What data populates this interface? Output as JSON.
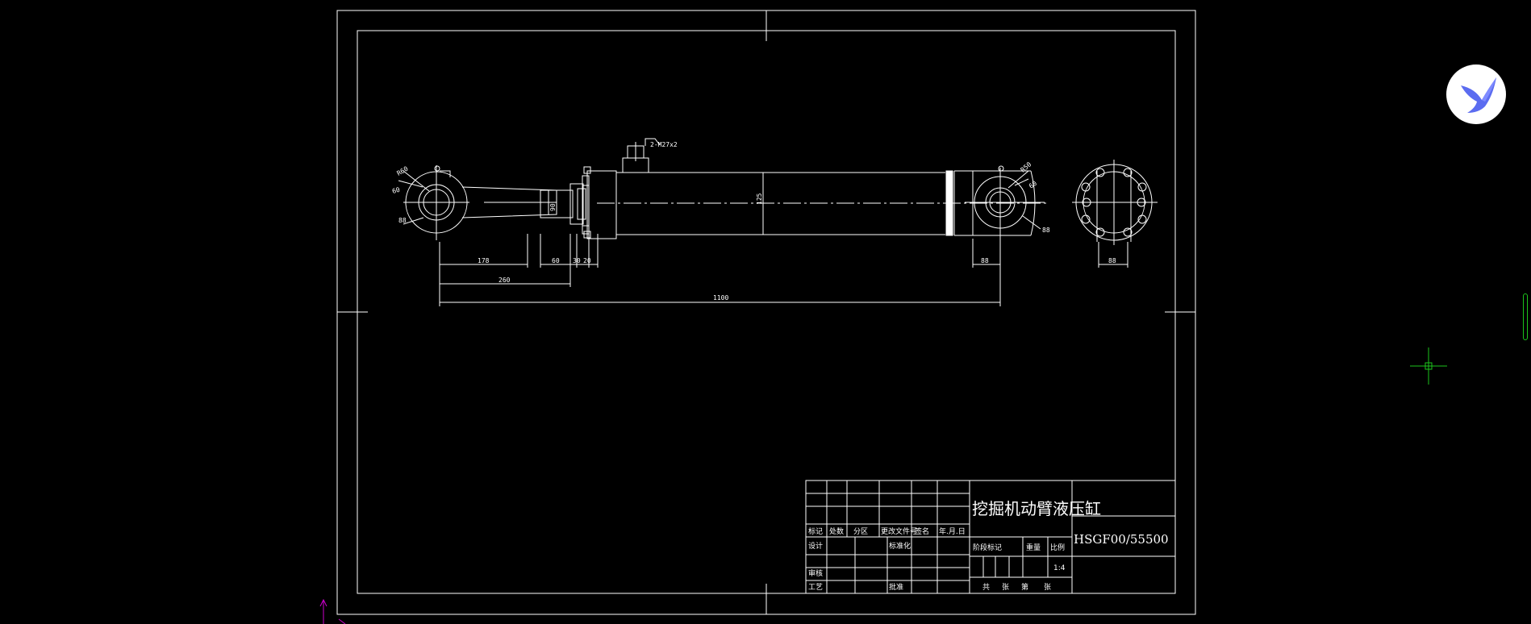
{
  "drawing": {
    "title_cn": "挖掘机动臂液压缸",
    "drawing_no": "HSGF00/55500",
    "scale": "1:4",
    "port_callout": "2-M27x2",
    "dimensions": {
      "total_length": "1100",
      "rod_eye_to_nut": "178",
      "rod_eye_to_flange": "260",
      "nut_width": "60",
      "flange_a": "30",
      "flange_b": "20",
      "cap_eye": "88",
      "end_view_width": "88",
      "bore": "125",
      "rod_dia": "90",
      "eye_radius_left": "R60",
      "eye_radius_right": "R50",
      "pin_left": "60",
      "pin_right": "60",
      "neck_left": "88",
      "neck_right": "88"
    }
  },
  "title_block": {
    "rev_labels": [
      "标记",
      "处数",
      "分区",
      "更改文件号",
      "签名",
      "年.月.日"
    ],
    "row_design": [
      "设计",
      "标准化"
    ],
    "row_check": [
      "审核",
      ""
    ],
    "row_process": [
      "工艺",
      "批准"
    ],
    "stage_header": [
      "阶段标记",
      "重量",
      "比例"
    ],
    "sheet_row": [
      "共",
      "张",
      "第",
      "张"
    ]
  },
  "ui": {
    "assistant_icon": "bird-logo-icon",
    "cursor_icon": "crosshair-cursor-icon",
    "ucs_icon": "ucs-axis-icon"
  },
  "colors": {
    "background": "#000000",
    "linework": "#ffffff",
    "cursor": "#1cc41c",
    "ucs": "#cc00cc",
    "logo_primary": "#5b6cf0"
  }
}
